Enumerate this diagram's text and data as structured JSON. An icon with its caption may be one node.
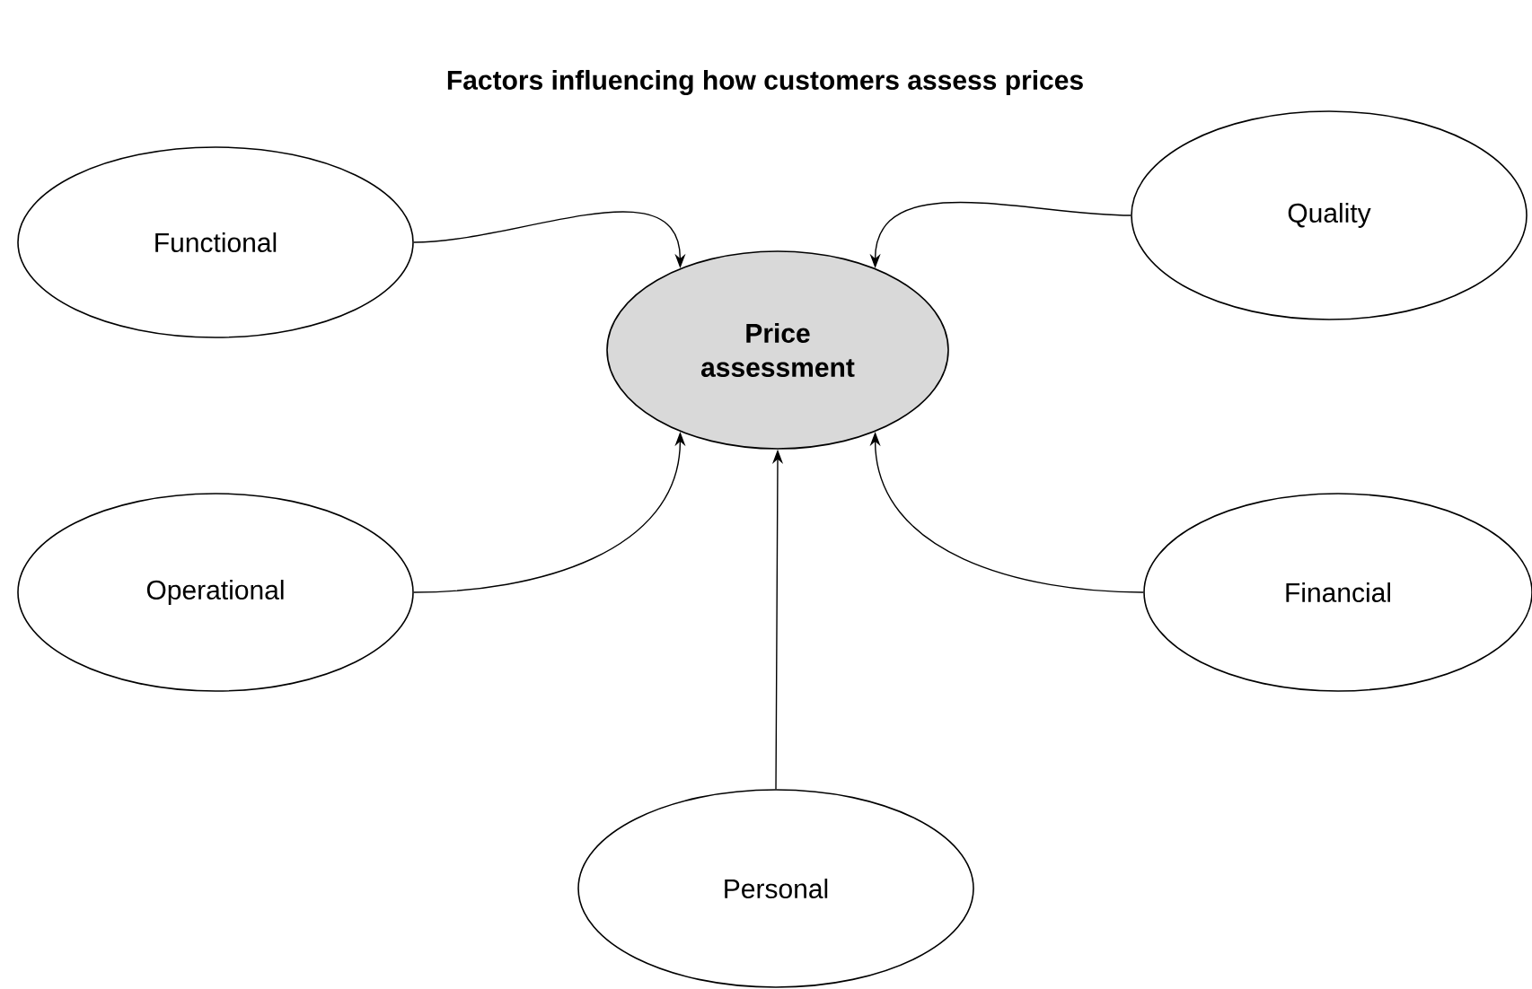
{
  "diagram": {
    "title": "Factors influencing how customers assess prices",
    "nodes": [
      {
        "text": [
          "Functional"
        ]
      },
      {
        "text": [
          "Quality"
        ]
      },
      {
        "text": [
          "Price assessment"
        ]
      },
      {
        "text": [
          "Operational"
        ]
      },
      {
        "text": [
          "Financial"
        ]
      },
      {
        "text": [
          "Personal"
        ]
      }
    ],
    "edges": [
      {
        "from": 0,
        "to": 2,
        "arrow": "to"
      },
      {
        "from": 1,
        "to": 2,
        "arrow": "to"
      },
      {
        "from": 3,
        "to": 2,
        "arrow": "to"
      },
      {
        "from": 4,
        "to": 2,
        "arrow": "to"
      },
      {
        "from": 5,
        "to": 2,
        "arrow": "to"
      }
    ]
  }
}
